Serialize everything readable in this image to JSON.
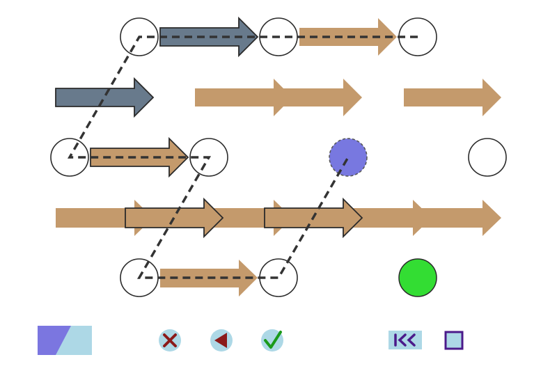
{
  "colors": {
    "tan_arrow": "#c49a6c",
    "slate_arrow": "#687a8c",
    "node_fill": "#ffffff",
    "node_stroke": "#2a2a2a",
    "path_stroke": "#333333",
    "selected_node": "#7878e0",
    "goal_node": "#33dd33",
    "light_blue": "#add8e6",
    "violet": "#7b76e0",
    "dark_red": "#8b1a1a",
    "green_check": "#1a9a1a",
    "indigo": "#4b1a8a"
  },
  "icons": {
    "color_swatch": "palette-swatch-icon",
    "remove": "close-icon",
    "back": "triangle-left-icon",
    "confirm": "checkmark-icon",
    "rewind": "rewind-to-start-icon",
    "stop": "stop-square-icon"
  },
  "grid": {
    "nodes": [
      {
        "id": "n1",
        "row": 0,
        "col": 1,
        "state": "empty"
      },
      {
        "id": "n2",
        "row": 0,
        "col": 2,
        "state": "empty"
      },
      {
        "id": "n3",
        "row": 0,
        "col": 3,
        "state": "empty"
      },
      {
        "id": "n4",
        "row": 2,
        "col": 0,
        "state": "empty"
      },
      {
        "id": "n5",
        "row": 2,
        "col": 1,
        "state": "empty"
      },
      {
        "id": "n6",
        "row": 2,
        "col": 2,
        "state": "selected"
      },
      {
        "id": "n7",
        "row": 2,
        "col": 3,
        "state": "empty"
      },
      {
        "id": "n8",
        "row": 4,
        "col": 1,
        "state": "empty"
      },
      {
        "id": "n9",
        "row": 4,
        "col": 2,
        "state": "empty"
      },
      {
        "id": "n10",
        "row": 4,
        "col": 3,
        "state": "goal"
      }
    ]
  }
}
